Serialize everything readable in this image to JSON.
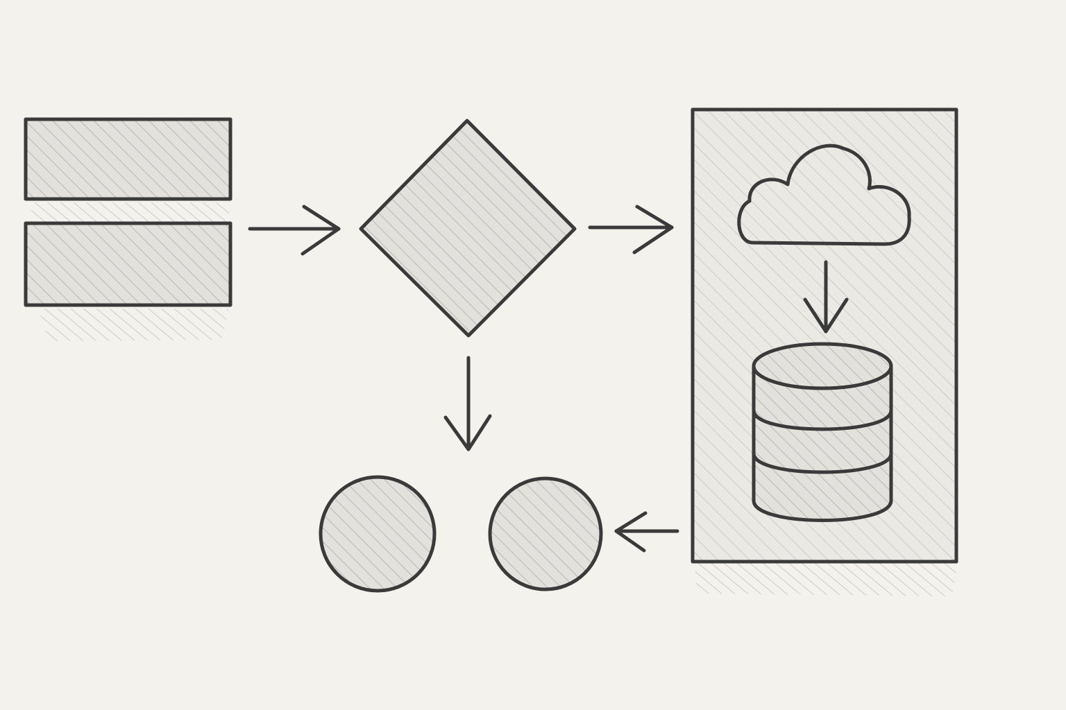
{
  "diagram": {
    "style": "pencil sketch",
    "colors": {
      "paper": "#f4f2ed",
      "graphite": "#3a3a3a",
      "hatch": "#8a8a8a"
    },
    "nodes": [
      {
        "id": "stack-top",
        "shape": "rectangle"
      },
      {
        "id": "stack-bottom",
        "shape": "rectangle"
      },
      {
        "id": "decision",
        "shape": "diamond"
      },
      {
        "id": "container",
        "shape": "rectangle"
      },
      {
        "id": "cloud",
        "shape": "cloud-icon"
      },
      {
        "id": "database",
        "shape": "database-icon"
      },
      {
        "id": "circle-left",
        "shape": "circle"
      },
      {
        "id": "circle-right",
        "shape": "circle"
      }
    ],
    "edges": [
      {
        "from": "stack-bottom",
        "to": "decision"
      },
      {
        "from": "decision",
        "to": "container"
      },
      {
        "from": "decision",
        "to": "circle-left"
      },
      {
        "from": "cloud",
        "to": "database"
      },
      {
        "from": "container",
        "to": "circle-right"
      }
    ]
  }
}
